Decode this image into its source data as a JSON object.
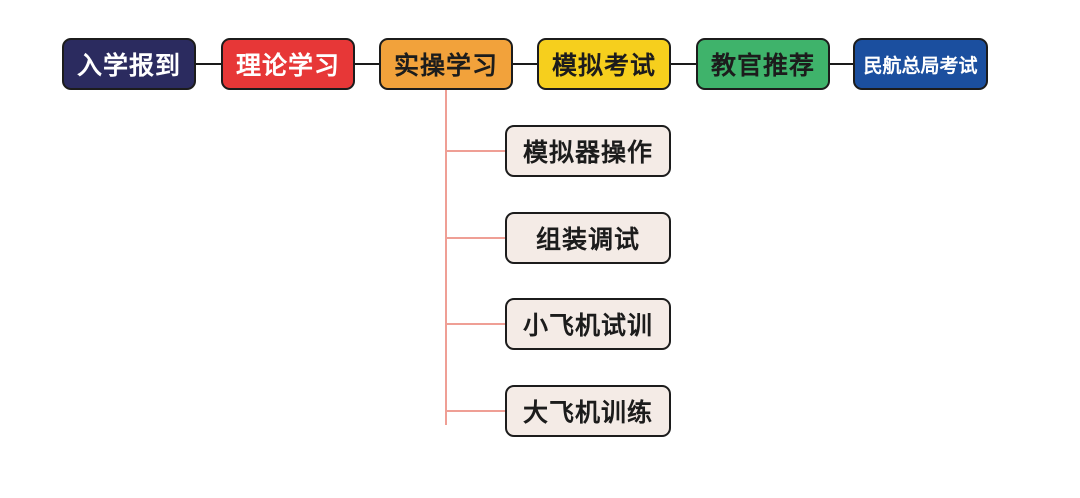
{
  "stages": [
    {
      "label": "入学报到",
      "bg": "#2b2b5f",
      "fg": "#ffffff"
    },
    {
      "label": "理论学习",
      "bg": "#e73737",
      "fg": "#ffffff"
    },
    {
      "label": "实操学习",
      "bg": "#f2a23b",
      "fg": "#1c1c1c"
    },
    {
      "label": "模拟考试",
      "bg": "#f6cf1d",
      "fg": "#1c1c1c"
    },
    {
      "label": "教官推荐",
      "bg": "#3fb36b",
      "fg": "#1c1c1c"
    },
    {
      "label": "民航总局考试",
      "bg": "#1b4f9f",
      "fg": "#ffffff"
    }
  ],
  "sub_steps": [
    {
      "label": "模拟器操作"
    },
    {
      "label": "组装调试"
    },
    {
      "label": "小飞机试训"
    },
    {
      "label": "大飞机训练"
    }
  ],
  "colors": {
    "connector": "#1a1a1a",
    "branch": "#ef9f95",
    "sub_bg": "#f4ebe6"
  }
}
